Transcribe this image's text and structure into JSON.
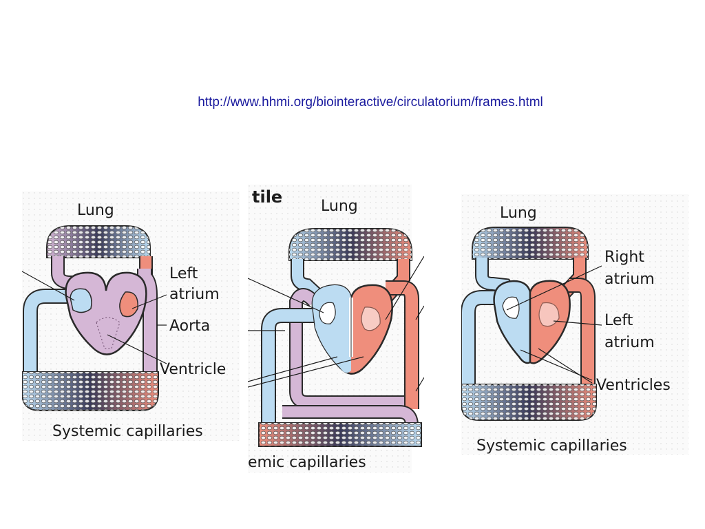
{
  "header": {
    "url_text": "http://www.hhmi.org/biointeractive/circulatorium/frames.html"
  },
  "colors": {
    "oxygen_poor": "#bcdcf2",
    "oxygen_rich": "#ef8e7c",
    "mixed": "#d5b7d6",
    "outline": "#2a2a2a",
    "url": "#1a1a9e"
  },
  "panel1": {
    "lung": "Lung",
    "left_atrium_1": "Left",
    "left_atrium_2": "atrium",
    "aorta": "Aorta",
    "ventricle": "Ventricle",
    "systemic": "Systemic capillaries"
  },
  "panel2": {
    "title_fragment": "tile",
    "lung": "Lung",
    "systemic": "emic capillaries"
  },
  "panel3": {
    "lung": "Lung",
    "right_atrium_1": "Right",
    "right_atrium_2": "atrium",
    "left_atrium_1": "Left",
    "left_atrium_2": "atrium",
    "ventricles": "Ventricles",
    "systemic": "Systemic capillaries"
  }
}
